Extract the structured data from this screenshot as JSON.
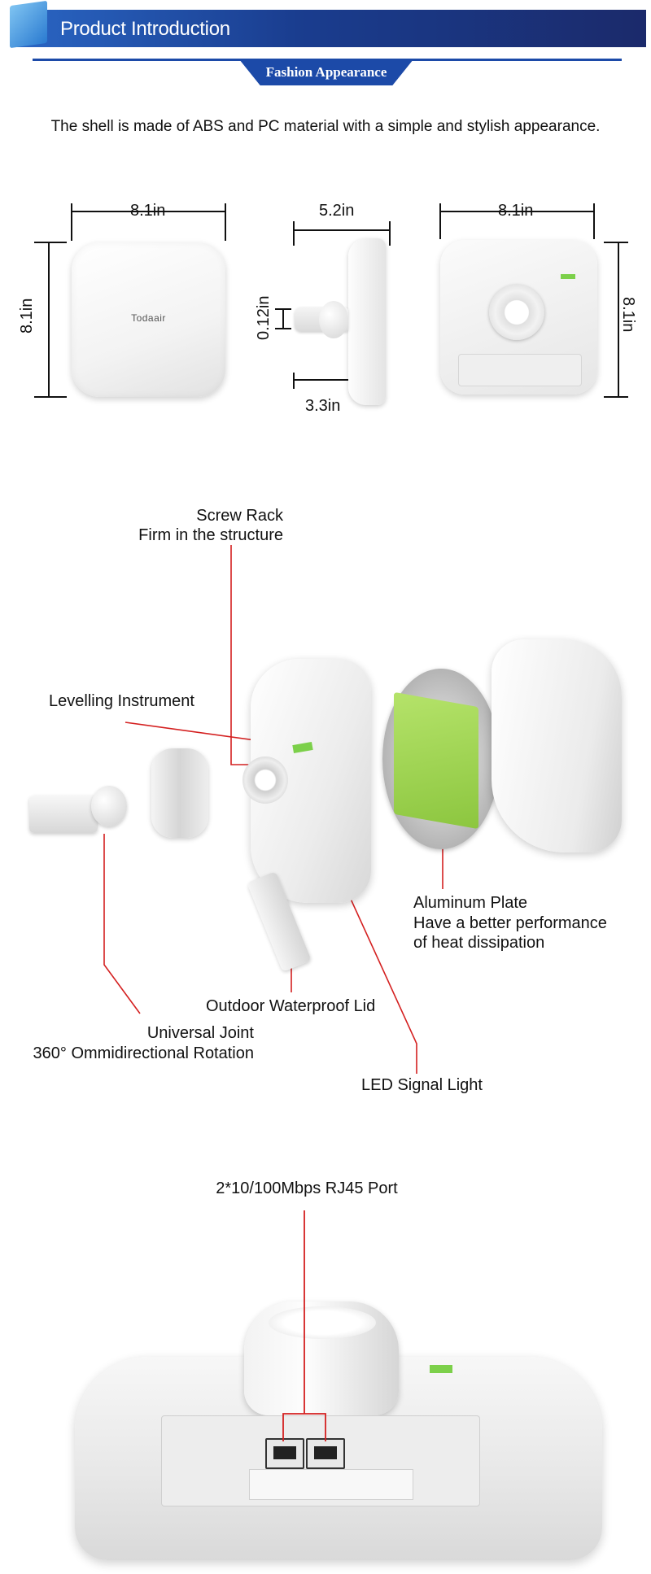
{
  "header": {
    "title": "Product Introduction",
    "section_label": "Fashion Appearance",
    "colors": {
      "banner": "#1a3d8f",
      "tab": "#1c4aa8",
      "accent": "#2a8fd6"
    }
  },
  "intro": "The shell is made of ABS and PC material with a simple and stylish appearance.",
  "dimensions": {
    "front": {
      "width": "8.1in",
      "height": "8.1in",
      "logo": "Todaair"
    },
    "side": {
      "width": "5.2in",
      "thickness": "0.12in",
      "depth": "3.3in"
    },
    "back": {
      "width": "8.1in",
      "height": "8.1in"
    }
  },
  "exploded": {
    "screw_rack": {
      "title": "Screw Rack",
      "desc": "Firm in the structure"
    },
    "levelling": "Levelling Instrument",
    "aluminum": {
      "title": "Aluminum Plate",
      "line2": "Have a better performance",
      "line3": "of heat dissipation"
    },
    "waterproof": "Outdoor Waterproof Lid",
    "joint": {
      "title": "Universal Joint",
      "desc": "360° Ommidirectional Rotation"
    },
    "led": "LED Signal Light"
  },
  "port": {
    "label": "2*10/100Mbps RJ45 Port"
  },
  "colors": {
    "callout": "#d42020"
  }
}
